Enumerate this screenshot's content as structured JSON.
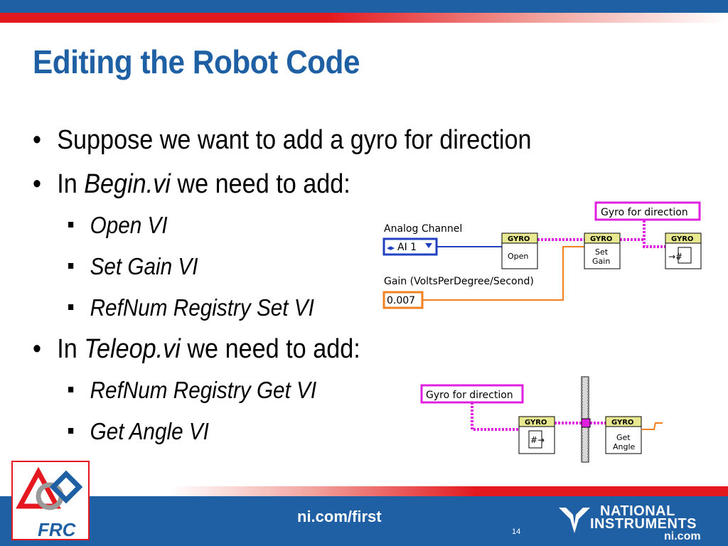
{
  "slide": {
    "title": "Editing the Robot Code",
    "page_number": "14"
  },
  "bullets": {
    "b1": "Suppose we want to add a gyro for direction",
    "b2_prefix": "In ",
    "b2_italic": "Begin.vi",
    "b2_suffix": " we need to add:",
    "b2_items": [
      "Open VI",
      "Set Gain VI",
      "RefNum Registry Set VI"
    ],
    "b3_prefix": "In ",
    "b3_italic": "Teleop.vi",
    "b3_suffix": " we need to add:",
    "b3_items": [
      "RefNum Registry Get VI",
      "Get Angle VI"
    ]
  },
  "begin_diagram": {
    "refnum_label": "Gyro for direction",
    "analog_channel_label": "Analog Channel",
    "analog_channel_value": "AI 1",
    "gain_label": "Gain (VoltsPerDegree/Second)",
    "gain_value": "0.007",
    "vi_header": "GYRO",
    "open_label": "Open",
    "set_gain_label_1": "Set",
    "set_gain_label_2": "Gain",
    "set_icon_glyph": "→#"
  },
  "teleop_diagram": {
    "refnum_label": "Gyro for direction",
    "vi_header": "GYRO",
    "get_icon_glyph": "#→",
    "get_angle_label_1": "Get",
    "get_angle_label_2": "Angle"
  },
  "footer": {
    "url": "ni.com/first",
    "frc_logo_text": "FRC",
    "ni_line1": "NATIONAL",
    "ni_line2": "INSTRUMENTS",
    "ni_line3": "ni.com"
  },
  "colors": {
    "brand_blue": "#1f5fa3",
    "brand_red": "#e3191f",
    "refnum_wire": "#e020e0",
    "numeric_wire": "#f08020",
    "enum_wire": "#2040c0"
  }
}
